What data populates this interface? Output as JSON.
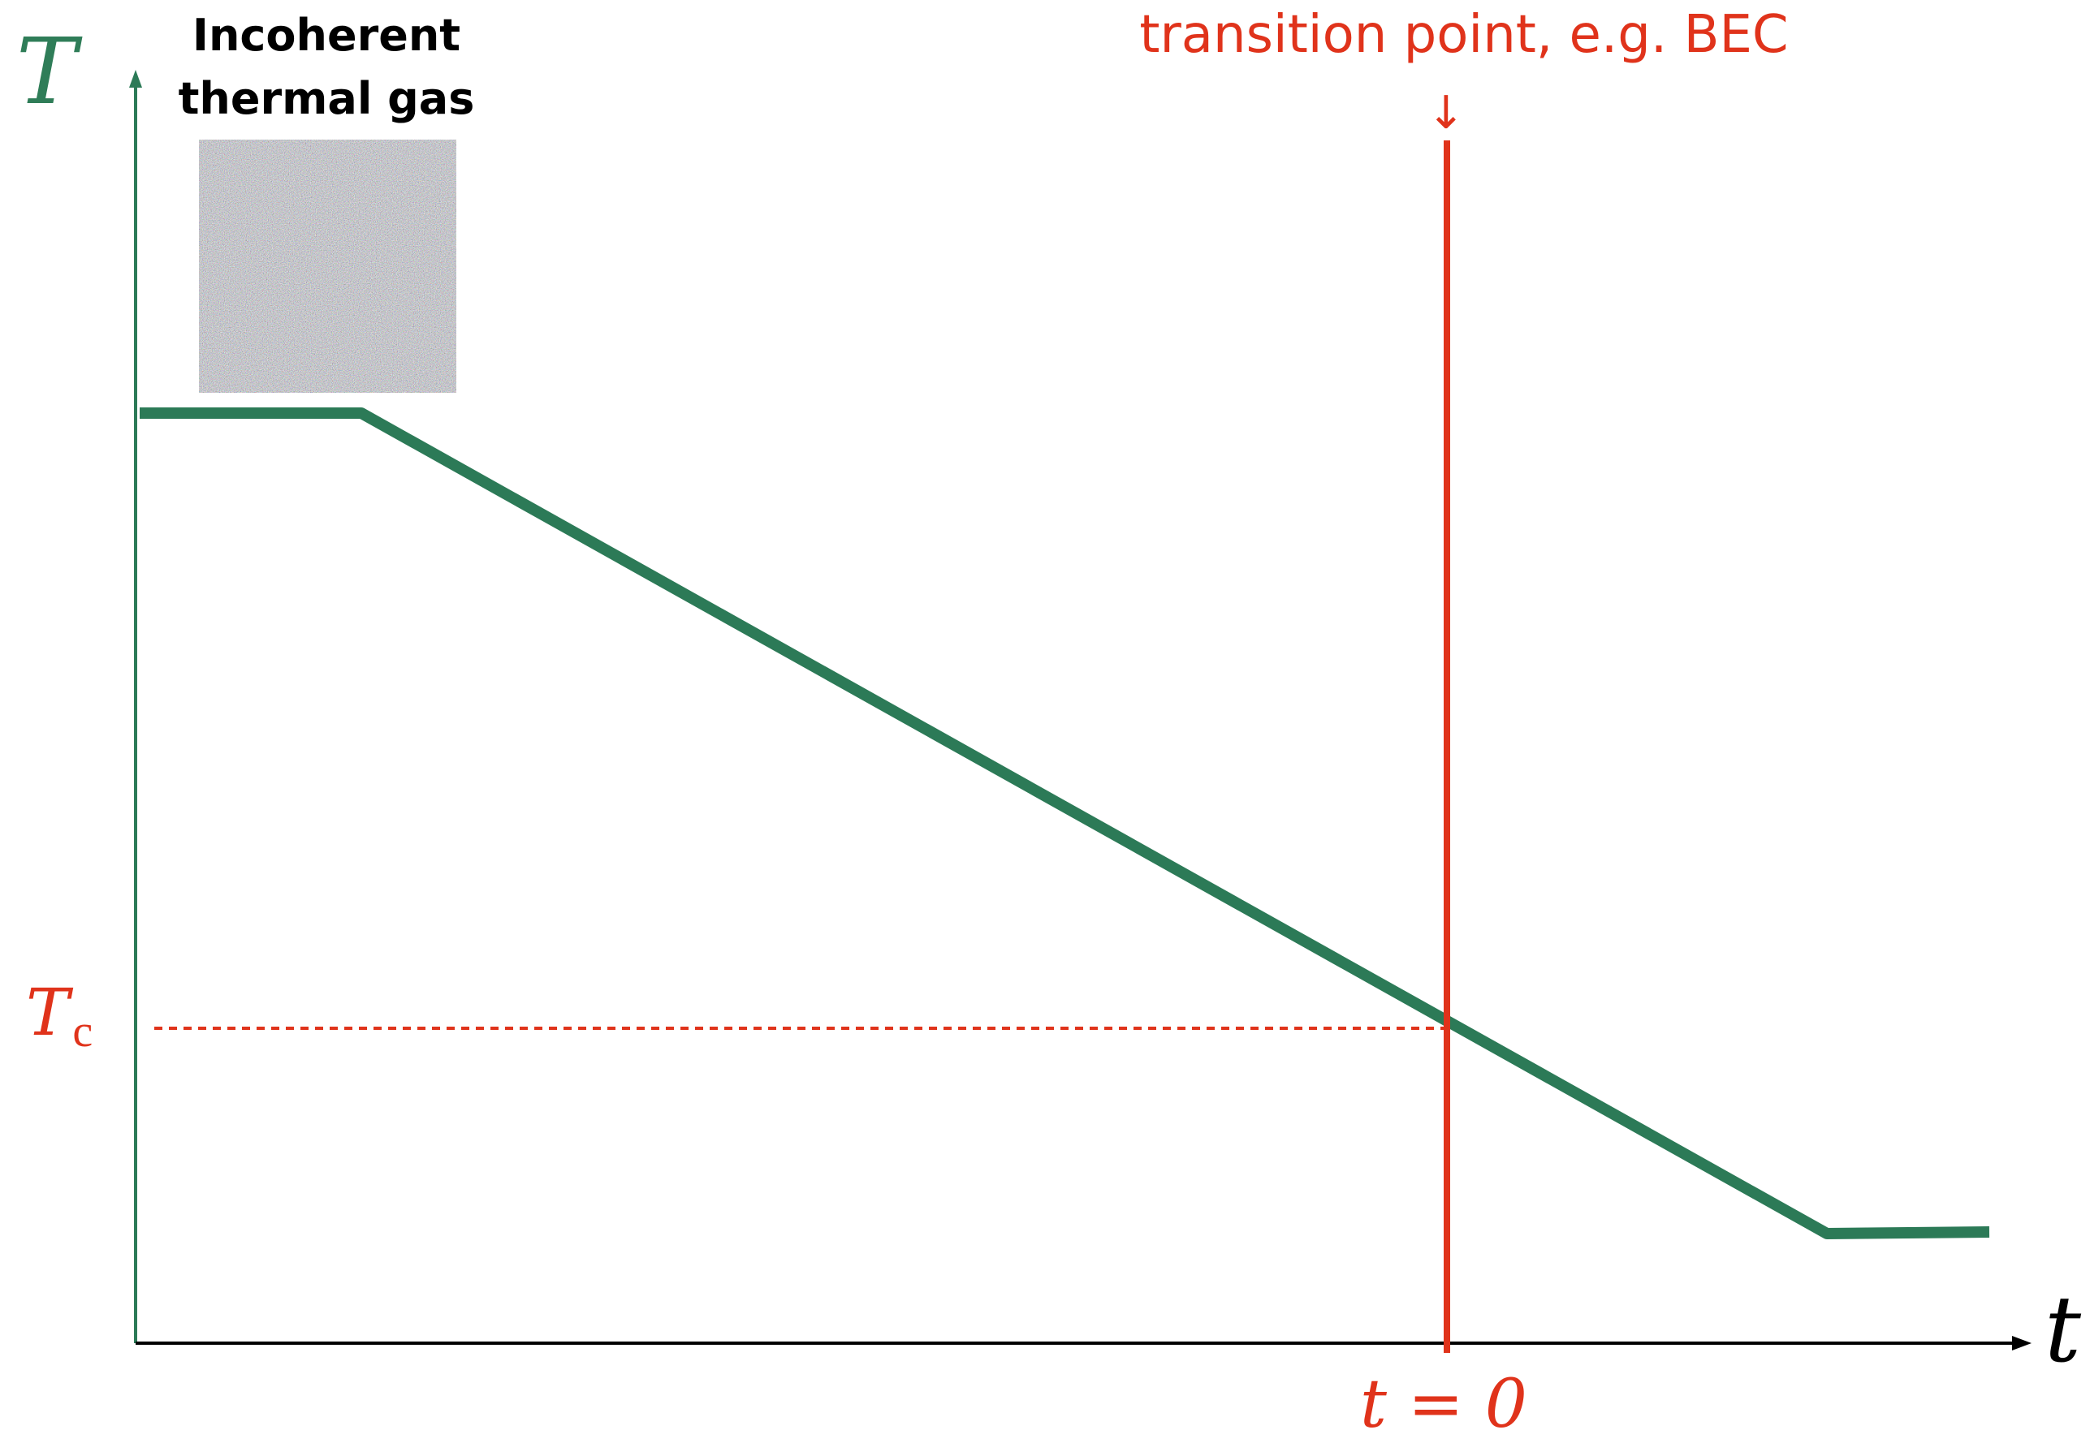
{
  "axes": {
    "y_label": "T",
    "x_label": "t",
    "critical_temp_label": "T",
    "critical_temp_subscript": "c",
    "zero_time_label": "t = 0"
  },
  "annotations": {
    "gas_label_line1": "Incoherent",
    "gas_label_line2": "thermal gas",
    "transition_label": "transition point, e.g. BEC",
    "arrow_glyph": "↓"
  },
  "colors": {
    "curve": "#2c7a57",
    "axis_y": "#2c7a57",
    "axis_x": "#000000",
    "transition": "#e0331b",
    "label_green": "#2f7d58",
    "label_red": "#e0331b"
  },
  "icons": {
    "noise_image": "thermal-noise-icon"
  }
}
